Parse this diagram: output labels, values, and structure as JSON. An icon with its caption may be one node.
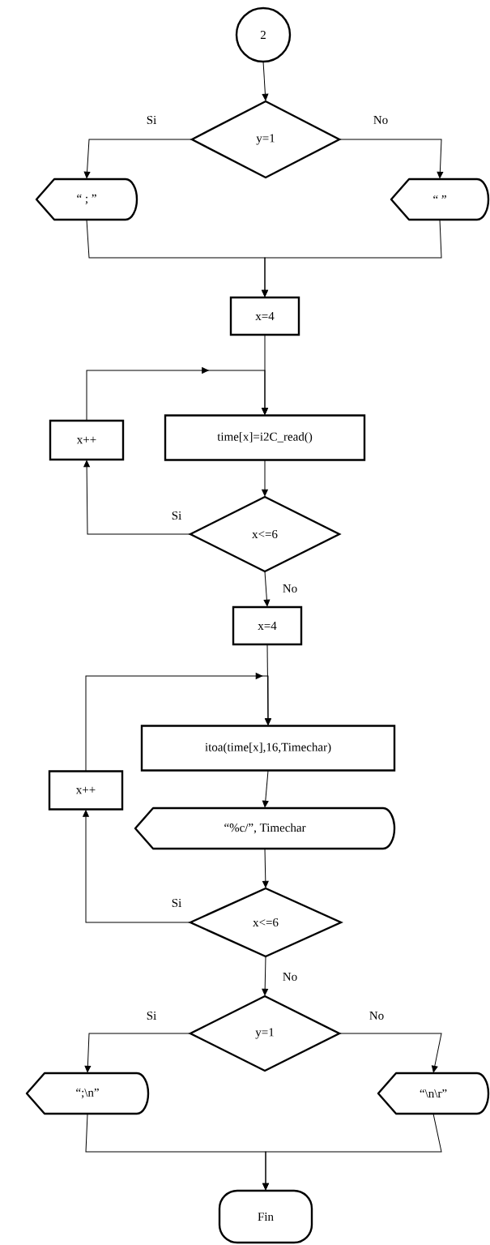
{
  "diagram": {
    "nodes": [
      {
        "text": [
          "2"
        ]
      },
      {
        "text": [
          "y=1"
        ]
      },
      {
        "text": [
          "“ ; ”"
        ]
      },
      {
        "text": [
          "“ ”"
        ]
      },
      {
        "text": [
          "x=4"
        ]
      },
      {
        "text": [
          "time[x]=i2C_read()"
        ]
      },
      {
        "text": [
          "x++"
        ]
      },
      {
        "text": [
          "x<=6"
        ]
      },
      {
        "text": [
          "x=4"
        ]
      },
      {
        "text": [
          "itoa(time[x],16,Timechar)"
        ]
      },
      {
        "text": [
          "x++"
        ]
      },
      {
        "text": [
          "“%c/”, Timechar"
        ]
      },
      {
        "text": [
          "x<=6"
        ]
      },
      {
        "text": [
          "y=1"
        ]
      },
      {
        "text": [
          "“;\\n”"
        ]
      },
      {
        "text": [
          "“\\n\\r”"
        ]
      },
      {
        "text": [
          "Fin"
        ]
      }
    ],
    "edges": [
      {
        "from": 0,
        "to": 1,
        "arrow": "to"
      },
      {
        "from": 1,
        "to": 2,
        "arrow": "to",
        "label": "Si"
      },
      {
        "from": 1,
        "to": 3,
        "arrow": "to",
        "label": "No"
      },
      {
        "from": 2,
        "to": 4,
        "arrow": "to"
      },
      {
        "from": 3,
        "to": 4,
        "arrow": "to"
      },
      {
        "from": 4,
        "to": 5,
        "arrow": "to"
      },
      {
        "from": 6,
        "to": 5,
        "arrow": "to"
      },
      {
        "from": 5,
        "to": 7,
        "arrow": "to"
      },
      {
        "from": 7,
        "to": 6,
        "arrow": "to",
        "label": "Si"
      },
      {
        "from": 7,
        "to": 8,
        "arrow": "to",
        "label": "No"
      },
      {
        "from": 8,
        "to": 9,
        "arrow": "to"
      },
      {
        "from": 10,
        "to": 9,
        "arrow": "to"
      },
      {
        "from": 9,
        "to": 11,
        "arrow": "to"
      },
      {
        "from": 11,
        "to": 12,
        "arrow": "to"
      },
      {
        "from": 12,
        "to": 10,
        "arrow": "to",
        "label": "Si"
      },
      {
        "from": 12,
        "to": 13,
        "arrow": "to",
        "label": "No"
      },
      {
        "from": 13,
        "to": 14,
        "arrow": "to",
        "label": "Si"
      },
      {
        "from": 13,
        "to": 15,
        "arrow": "to",
        "label": "No"
      },
      {
        "from": 14,
        "to": 16,
        "arrow": "to"
      },
      {
        "from": 15,
        "to": 16,
        "arrow": "to"
      }
    ]
  }
}
